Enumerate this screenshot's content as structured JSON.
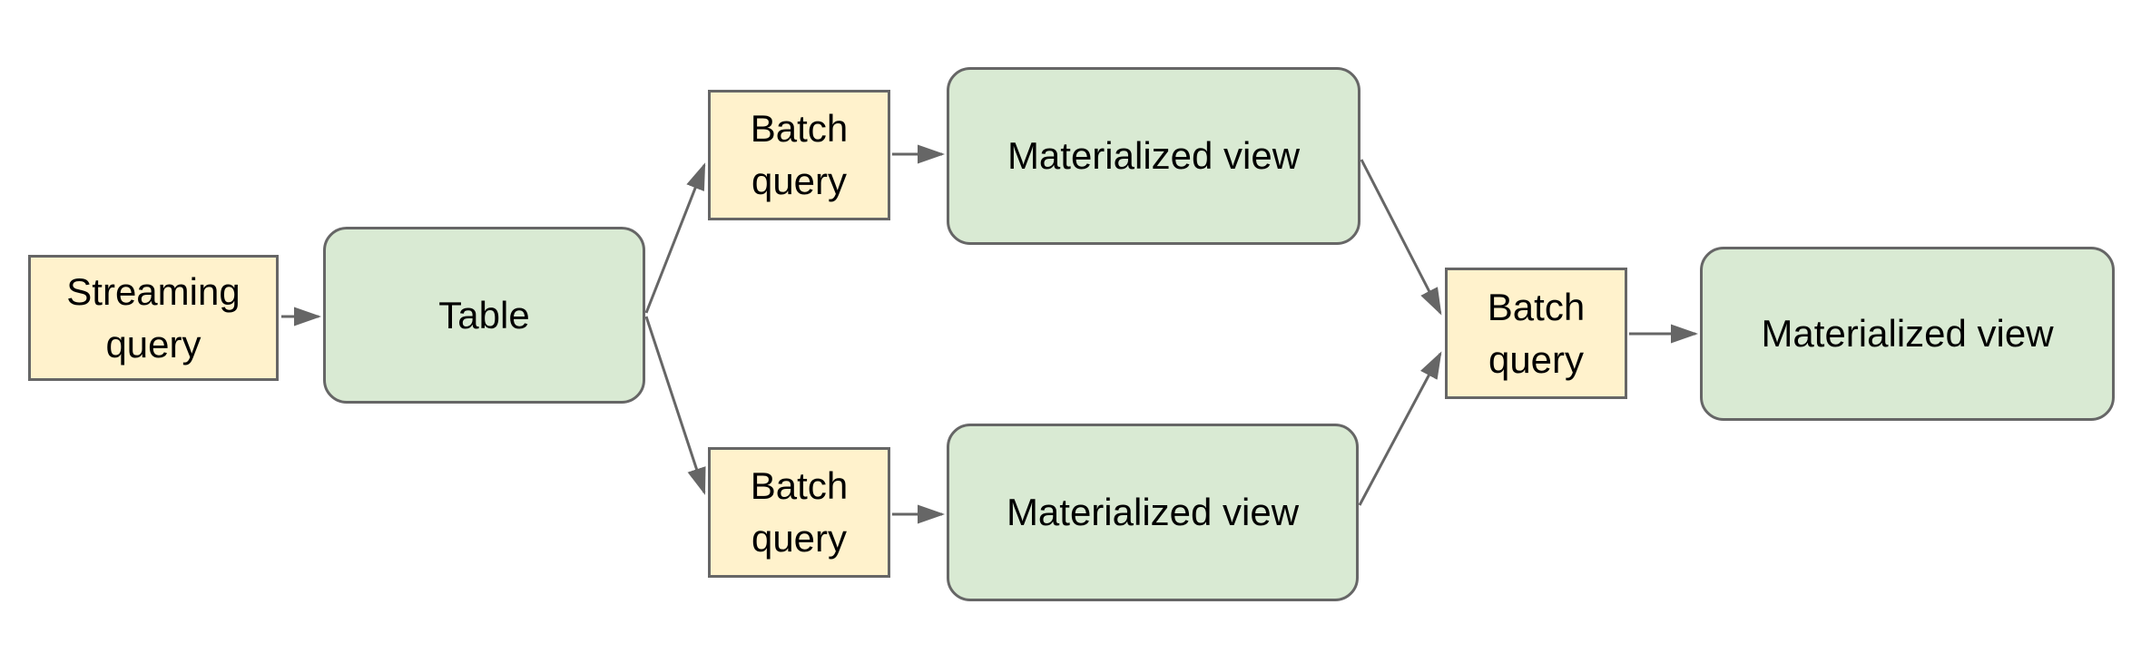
{
  "diagram": {
    "colors": {
      "background": "#ffffff",
      "query_fill": "#fff2cc",
      "view_fill": "#d9ead3",
      "shape_border": "#666666",
      "arrow": "#666666",
      "text": "#000000"
    },
    "nodes": {
      "streaming_query": {
        "label": "Streaming\nquery",
        "shape": "rectangle",
        "color_role": "query"
      },
      "table": {
        "label": "Table",
        "shape": "rounded-rectangle",
        "color_role": "view"
      },
      "batch_query_top": {
        "label": "Batch\nquery",
        "shape": "rectangle",
        "color_role": "query"
      },
      "materialized_view_top": {
        "label": "Materialized view",
        "shape": "rounded-rectangle",
        "color_role": "view"
      },
      "batch_query_bottom": {
        "label": "Batch\nquery",
        "shape": "rectangle",
        "color_role": "query"
      },
      "materialized_view_bottom": {
        "label": "Materialized view",
        "shape": "rounded-rectangle",
        "color_role": "view"
      },
      "batch_query_right": {
        "label": "Batch\nquery",
        "shape": "rectangle",
        "color_role": "query"
      },
      "materialized_view_right": {
        "label": "Materialized view",
        "shape": "rounded-rectangle",
        "color_role": "view"
      }
    },
    "edges": [
      {
        "from": "streaming_query",
        "to": "table"
      },
      {
        "from": "table",
        "to": "batch_query_top"
      },
      {
        "from": "table",
        "to": "batch_query_bottom"
      },
      {
        "from": "batch_query_top",
        "to": "materialized_view_top"
      },
      {
        "from": "batch_query_bottom",
        "to": "materialized_view_bottom"
      },
      {
        "from": "materialized_view_top",
        "to": "batch_query_right"
      },
      {
        "from": "materialized_view_bottom",
        "to": "batch_query_right"
      },
      {
        "from": "batch_query_right",
        "to": "materialized_view_right"
      }
    ]
  }
}
